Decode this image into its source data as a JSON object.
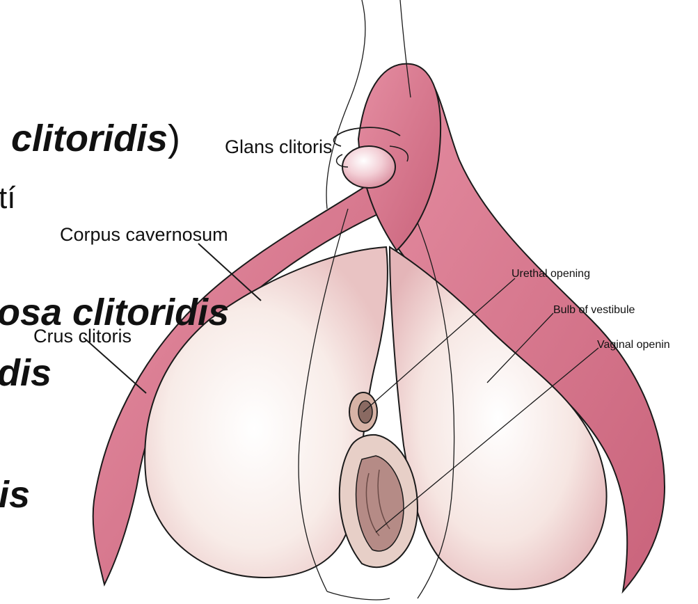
{
  "slide_fragments": {
    "line1_text": "clitoridis",
    "line1_paren": ")",
    "line2": "tí",
    "line3": "osa clitoridis",
    "line4": "dis",
    "line5": "is"
  },
  "labels": {
    "glans": "Glans clitoris",
    "corpus": "Corpus cavernosum",
    "crus": "Crus clitoris",
    "urethral": "Urethal opening",
    "bulb": "Bulb of vestibule",
    "vaginal": "Vaginal openin"
  },
  "colors": {
    "erectile_pink": "#d9788e",
    "erectile_dark": "#b9546c",
    "bulb_cream": "#f7e9e6",
    "outline": "#1a1a1a"
  }
}
